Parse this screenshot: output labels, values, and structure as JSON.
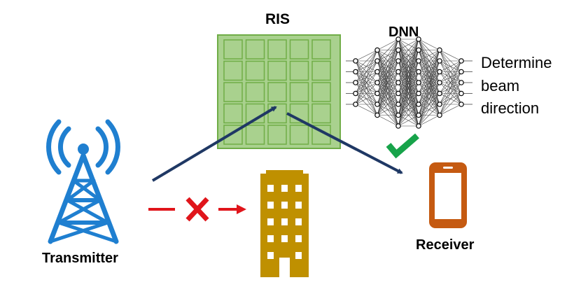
{
  "labels": {
    "ris": "RIS",
    "dnn": "DNN",
    "transmitter": "Transmitter",
    "receiver": "Receiver",
    "dnn_output": [
      "Determine",
      "beam",
      "direction"
    ]
  },
  "colors": {
    "tower": "#1f7fd0",
    "ris_fill": "#a9d18e",
    "ris_border": "#70ad47",
    "arrow": "#1f3864",
    "blocked": "#e0151b",
    "building": "#bf9000",
    "phone": "#c55a11",
    "check": "#17a34a",
    "dnn": "#000000"
  },
  "icons": [
    "transmitter-tower-icon",
    "building-icon",
    "phone-icon",
    "check-icon",
    "cross-icon"
  ],
  "dnn_layers": [
    5,
    7,
    9,
    9,
    7,
    5
  ]
}
